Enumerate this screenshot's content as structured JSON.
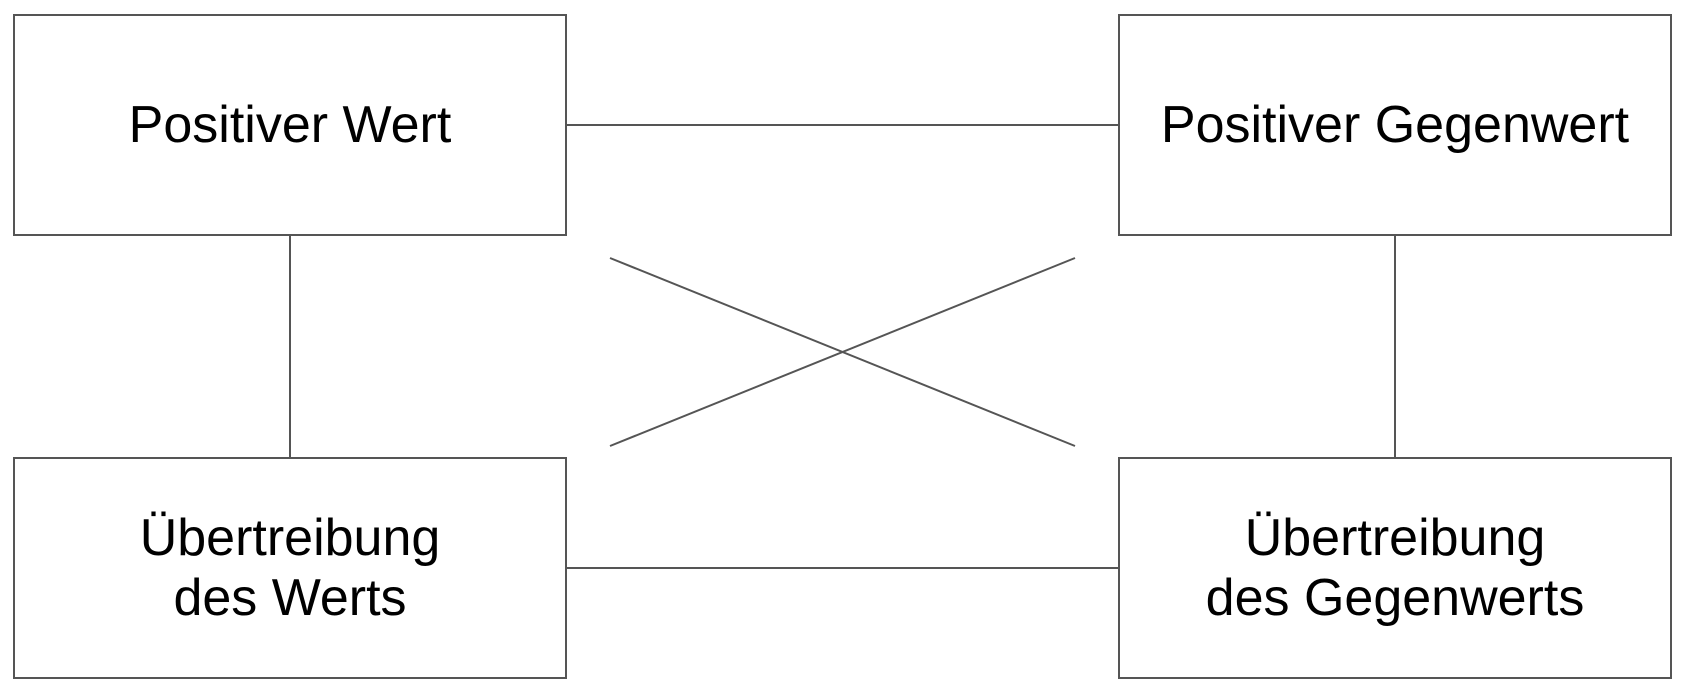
{
  "diagram": {
    "line_color": "#555555",
    "boxes": {
      "positive_value": {
        "text": "Positiver Wert"
      },
      "positive_counter_value": {
        "text": "Positiver Gegenwert"
      },
      "exaggerated_value": {
        "line1": "Übertreibung",
        "line2": "des Werts"
      },
      "exaggerated_counter_value": {
        "line1": "Übertreibung",
        "line2": "des Gegenwerts"
      }
    }
  }
}
